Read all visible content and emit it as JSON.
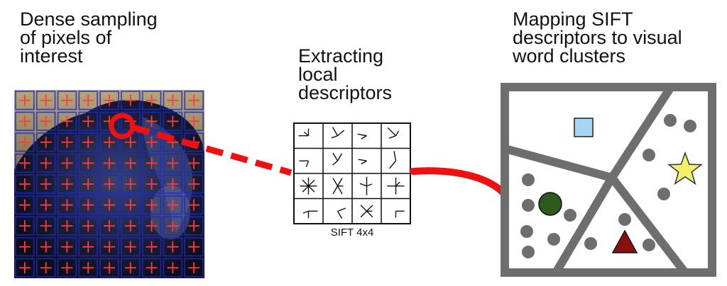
{
  "captions": {
    "left": [
      "Dense sampling",
      "of pixels of",
      "interest"
    ],
    "middle": [
      "Extracting",
      "local",
      "descriptors"
    ],
    "right": [
      "Mapping SIFT",
      "descriptors to visual",
      "word clusters"
    ]
  },
  "sift_label": "SIFT 4x4",
  "colors": {
    "arrow": "#ee1111",
    "cluster_frame": "#6e6e6e",
    "cluster_dot": "#6e6e6e",
    "square": "#a8d4f5",
    "star": "#f2ef6a",
    "circle": "#2f5a1e",
    "triangle": "#8a0f0f",
    "grid_line": "#1a2cc8",
    "plus": "#ff3b3b"
  }
}
